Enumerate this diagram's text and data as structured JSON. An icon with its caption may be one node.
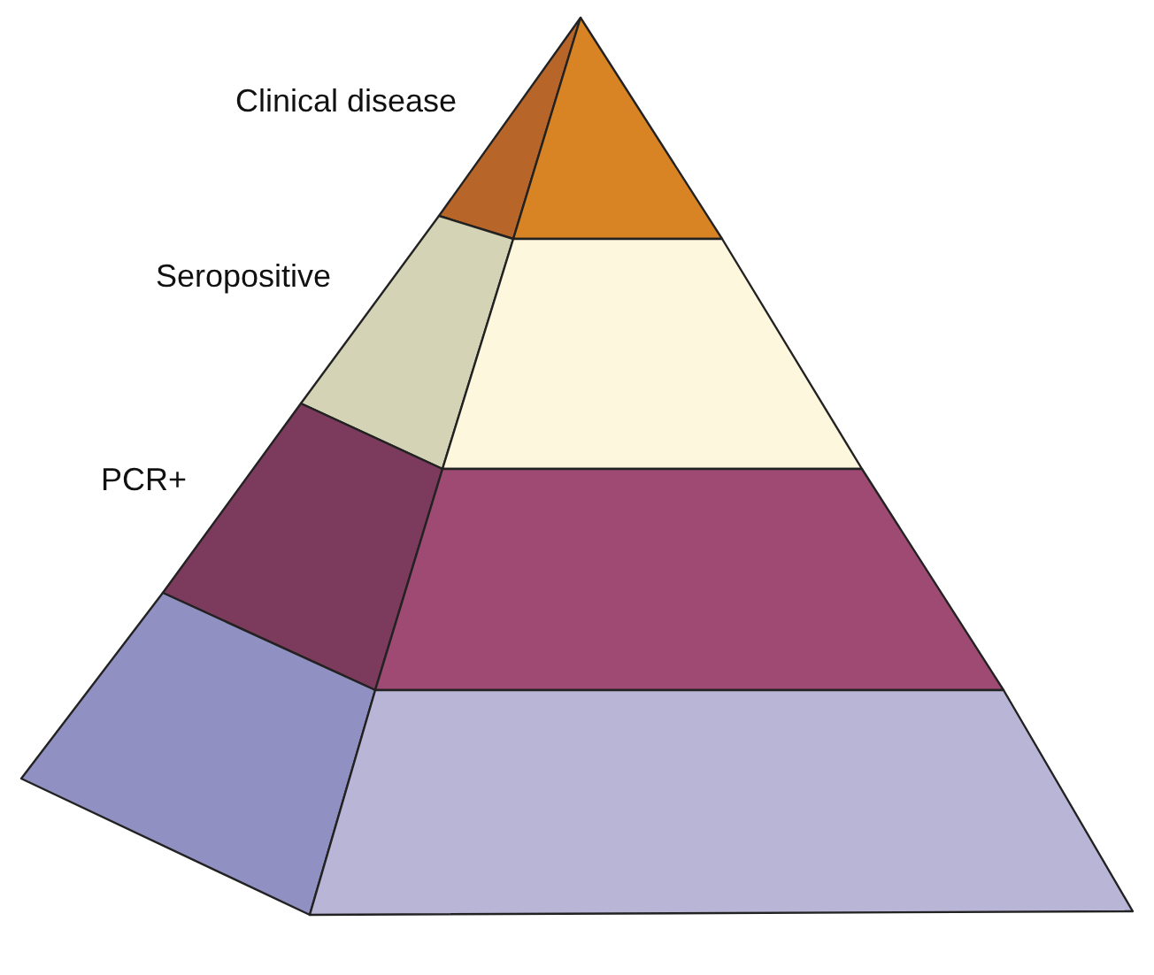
{
  "diagram": {
    "labels": [
      "Clinical disease",
      "Seropositive",
      "PCR+"
    ]
  }
}
